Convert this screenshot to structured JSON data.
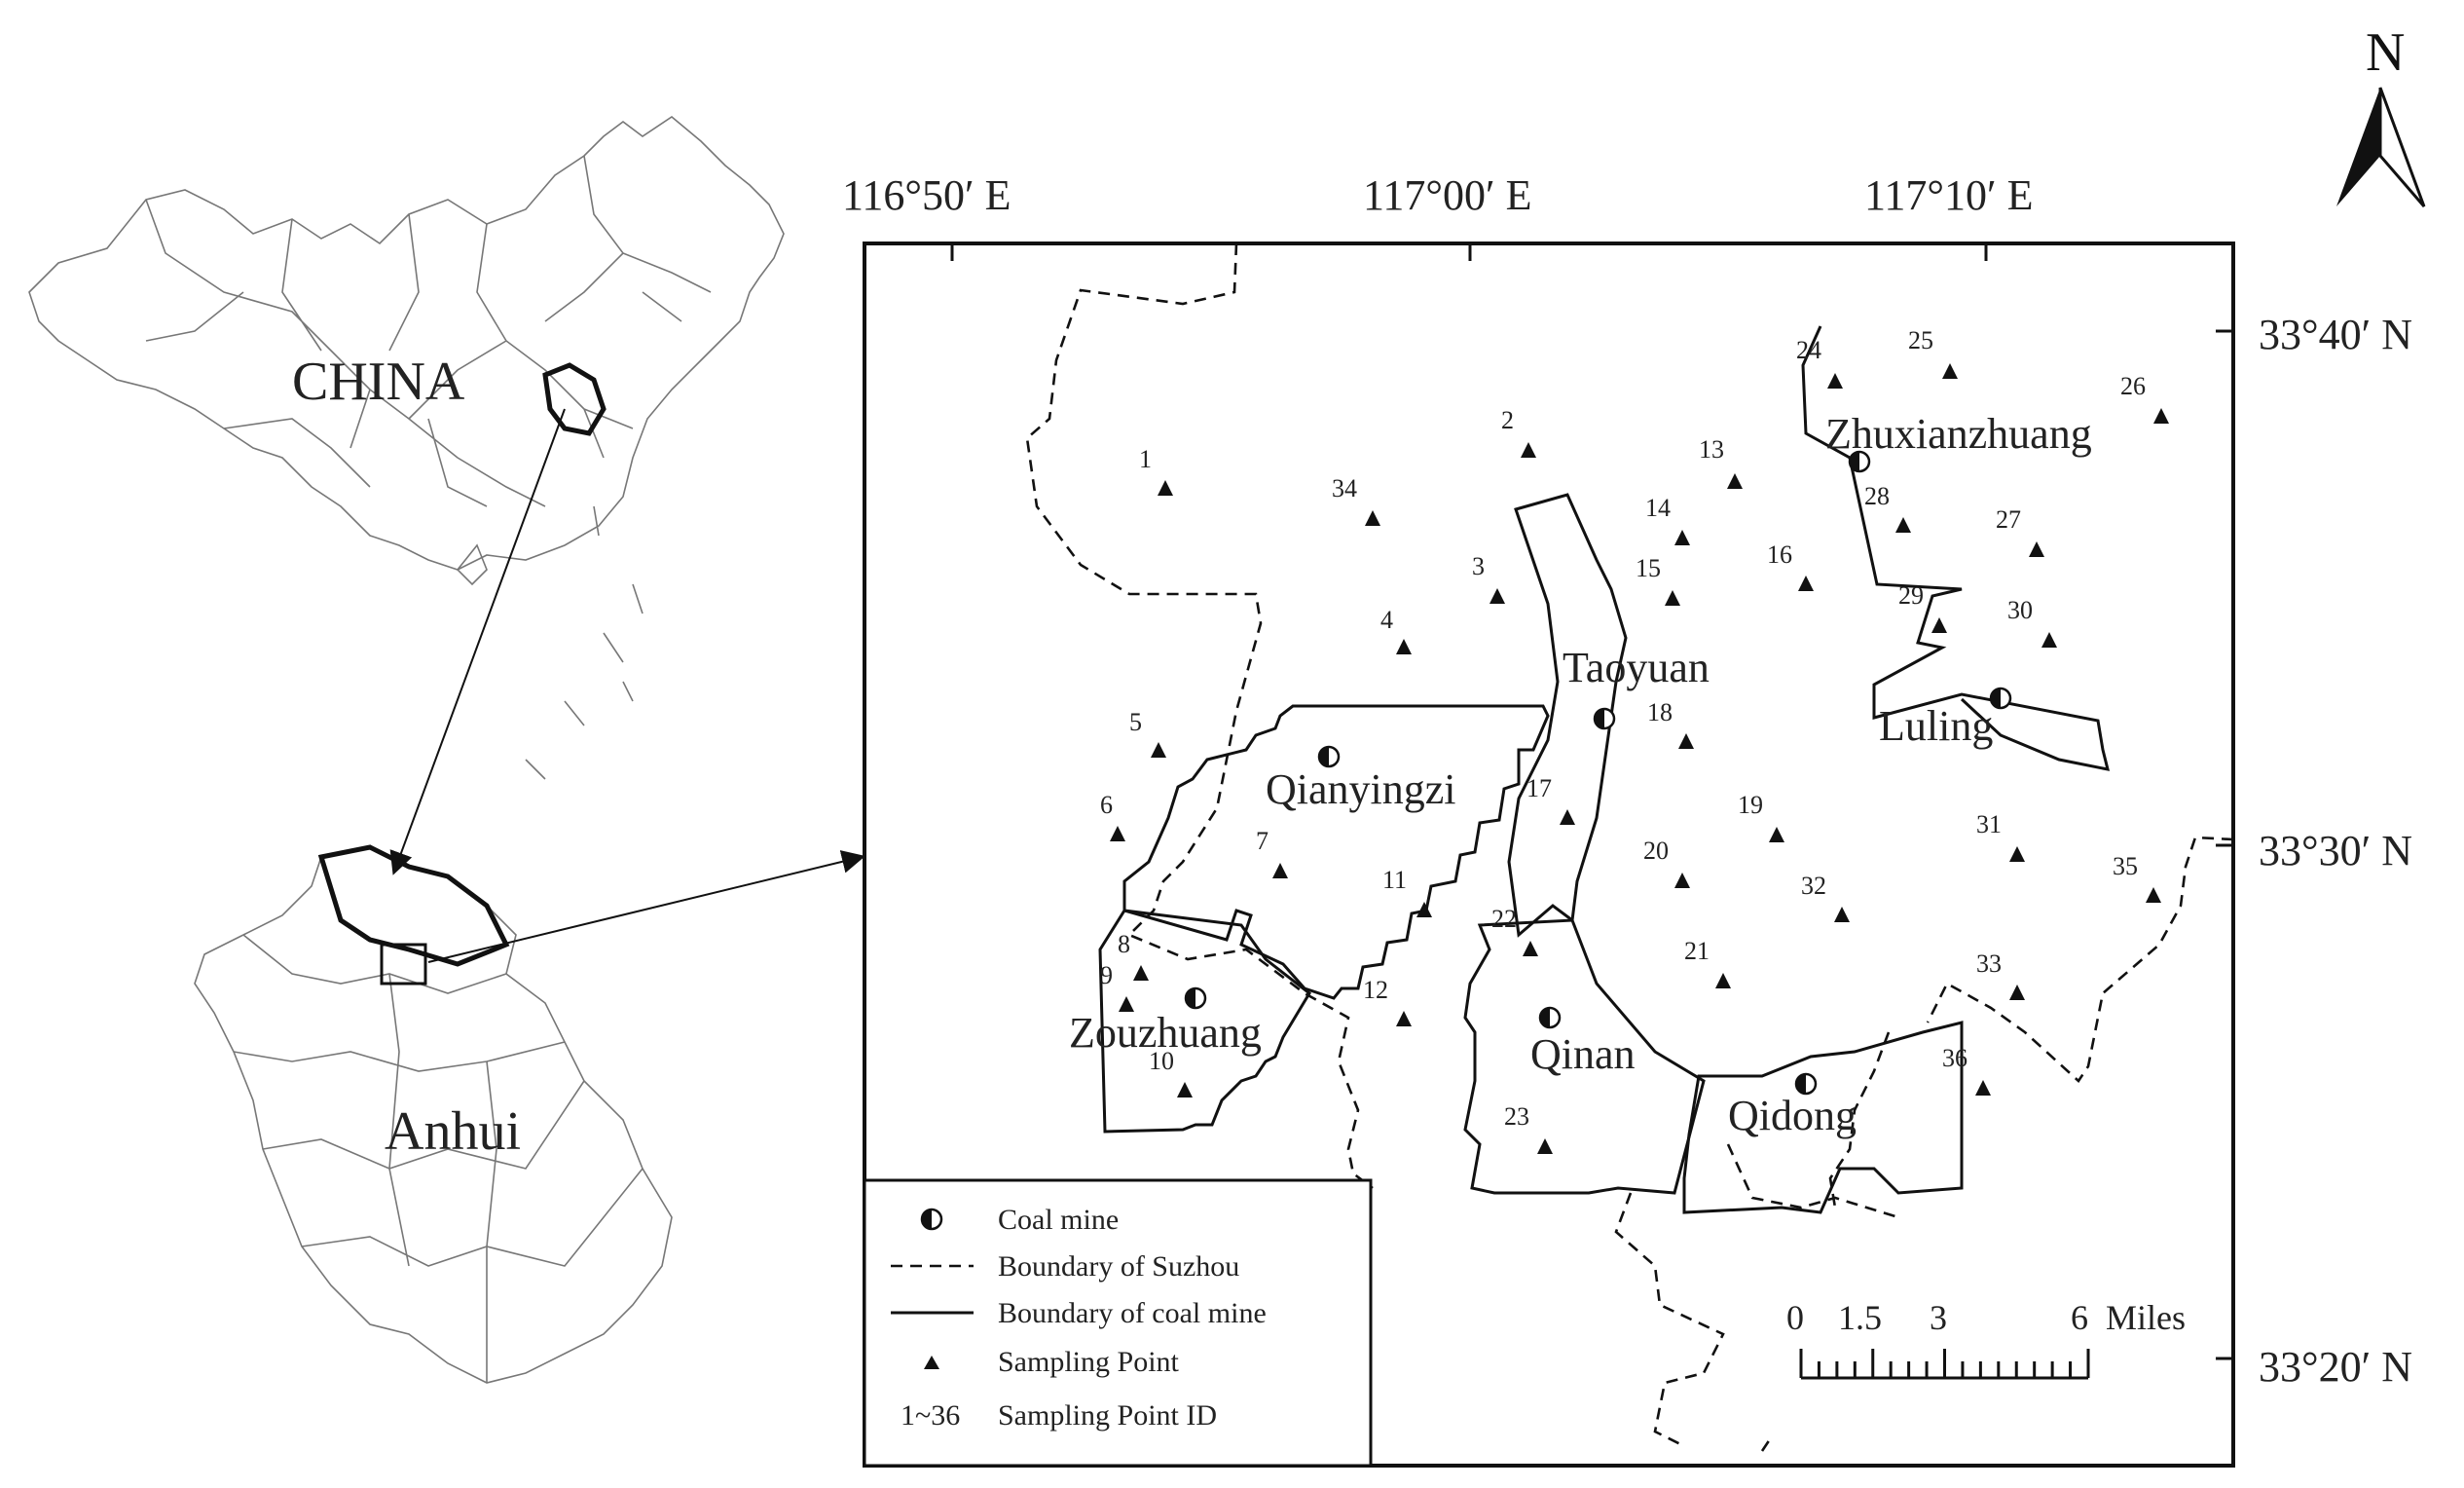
{
  "inset": {
    "country_label": "CHINA",
    "province_label": "Anhui"
  },
  "north_arrow": {
    "label": "N"
  },
  "coords": {
    "lon": [
      "116°50′ E",
      "117°00′ E",
      "117°10′ E"
    ],
    "lat": [
      "33°40′ N",
      "33°30′ N",
      "33°20′ N"
    ]
  },
  "mines": [
    "Zhuxianzhuang",
    "Taoyuan",
    "Luling",
    "Qianyingzi",
    "Zouzhuang",
    "Qinan",
    "Qidong"
  ],
  "points": [
    "1",
    "2",
    "3",
    "4",
    "5",
    "6",
    "7",
    "8",
    "9",
    "10",
    "11",
    "12",
    "13",
    "14",
    "15",
    "16",
    "17",
    "18",
    "19",
    "20",
    "21",
    "22",
    "23",
    "24",
    "25",
    "26",
    "27",
    "28",
    "29",
    "30",
    "31",
    "32",
    "33",
    "34",
    "35",
    "36"
  ],
  "legend": {
    "coal_mine": "Coal mine",
    "suzhou": "Boundary of Suzhou",
    "mine_boundary": "Boundary of coal mine",
    "sampling_point": "Sampling Point",
    "id_range": "1~36",
    "id_label": "Sampling Point ID"
  },
  "scale": {
    "ticks": [
      "0",
      "1.5",
      "3",
      "6"
    ],
    "unit": "Miles"
  },
  "colors": {
    "ink": "#111111",
    "thin_line": "#777777",
    "background": "#ffffff"
  }
}
